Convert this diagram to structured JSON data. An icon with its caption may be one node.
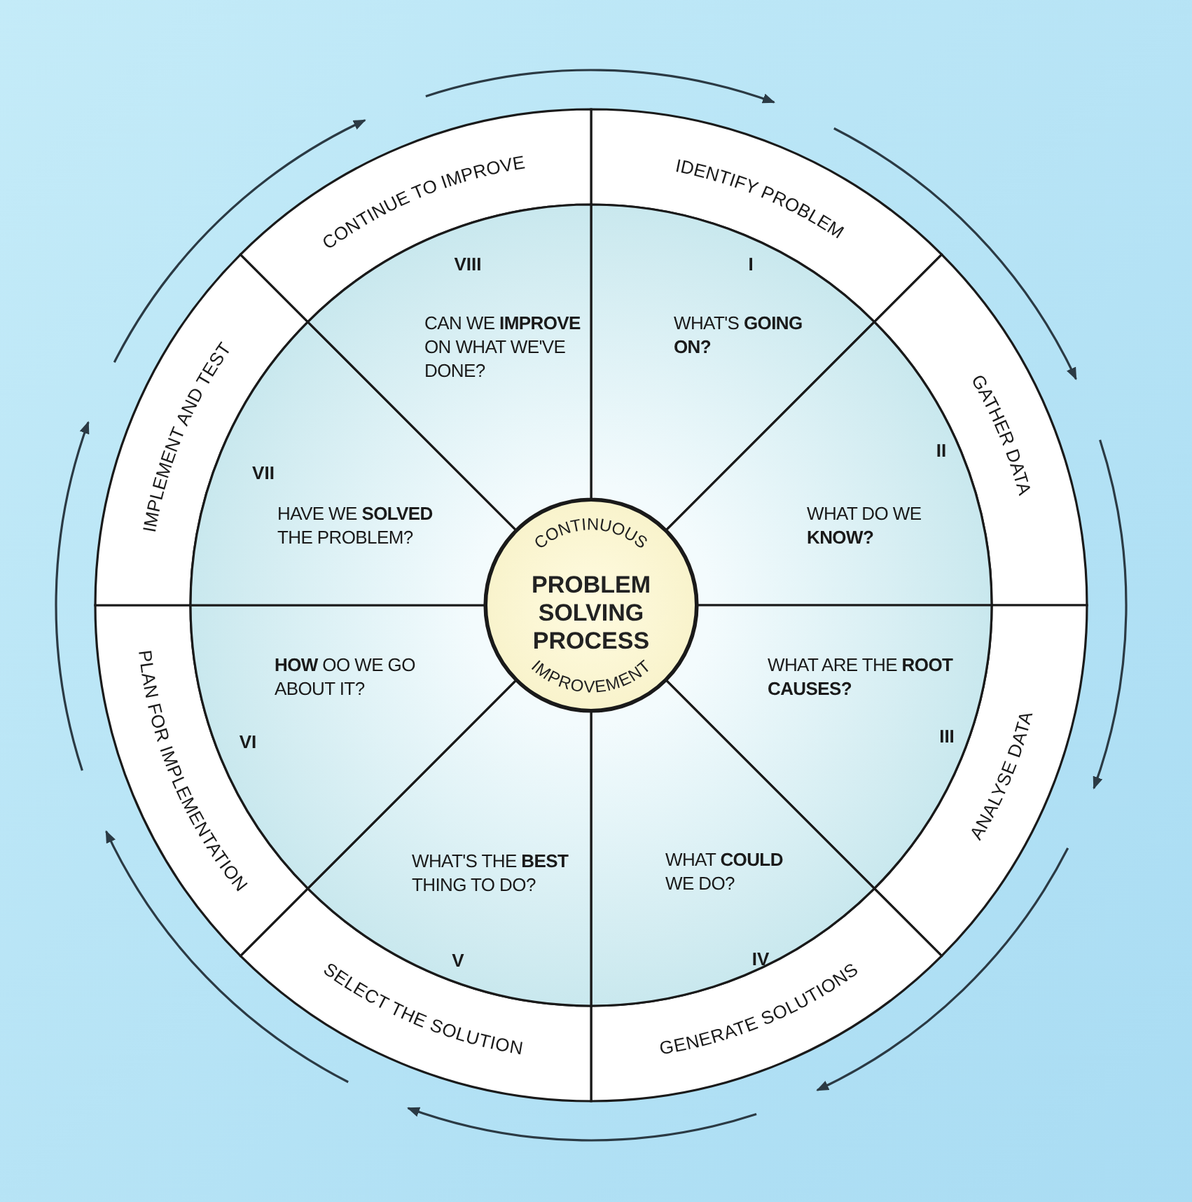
{
  "diagram": {
    "nodes": [
      {
        "text": [
          "CONTINUOUS",
          "PROBLEM SOLVING PROCESS",
          "IMPROVEMENT"
        ]
      },
      {
        "text": [
          "IDENTIFY PROBLEM"
        ]
      },
      {
        "text": [
          "GATHER DATA"
        ]
      },
      {
        "text": [
          "ANALYSE DATA"
        ]
      },
      {
        "text": [
          "GENERATE SOLUTIONS"
        ]
      },
      {
        "text": [
          "SELECT THE SOLUTION"
        ]
      },
      {
        "text": [
          "PLAN FOR IMPLEMENTATION"
        ]
      },
      {
        "text": [
          "IMPLEMENT AND TEST"
        ]
      },
      {
        "text": [
          "CONTINUE TO IMPROVE"
        ]
      },
      {
        "text": [
          "I",
          "WHAT'S **GOING ON?**"
        ]
      },
      {
        "text": [
          "II",
          "WHAT DO WE **KNOW?**"
        ]
      },
      {
        "text": [
          "WHAT ARE THE **ROOT CAUSES?**",
          "III"
        ]
      },
      {
        "text": [
          "WHAT **COULD** WE DO?",
          "IV"
        ]
      },
      {
        "text": [
          "WHAT'S THE **BEST** THING TO DO?",
          "V"
        ]
      },
      {
        "text": [
          "**HOW** OO WE GO ABOUT IT?",
          "VI"
        ]
      },
      {
        "text": [
          "VII",
          "HAVE WE **SOLVED** THE PROBLEM?"
        ]
      },
      {
        "text": [
          "VIII",
          "CAN WE **IMPROVE** ON WHAT WE'VE DONE?"
        ]
      }
    ],
    "edges": []
  }
}
